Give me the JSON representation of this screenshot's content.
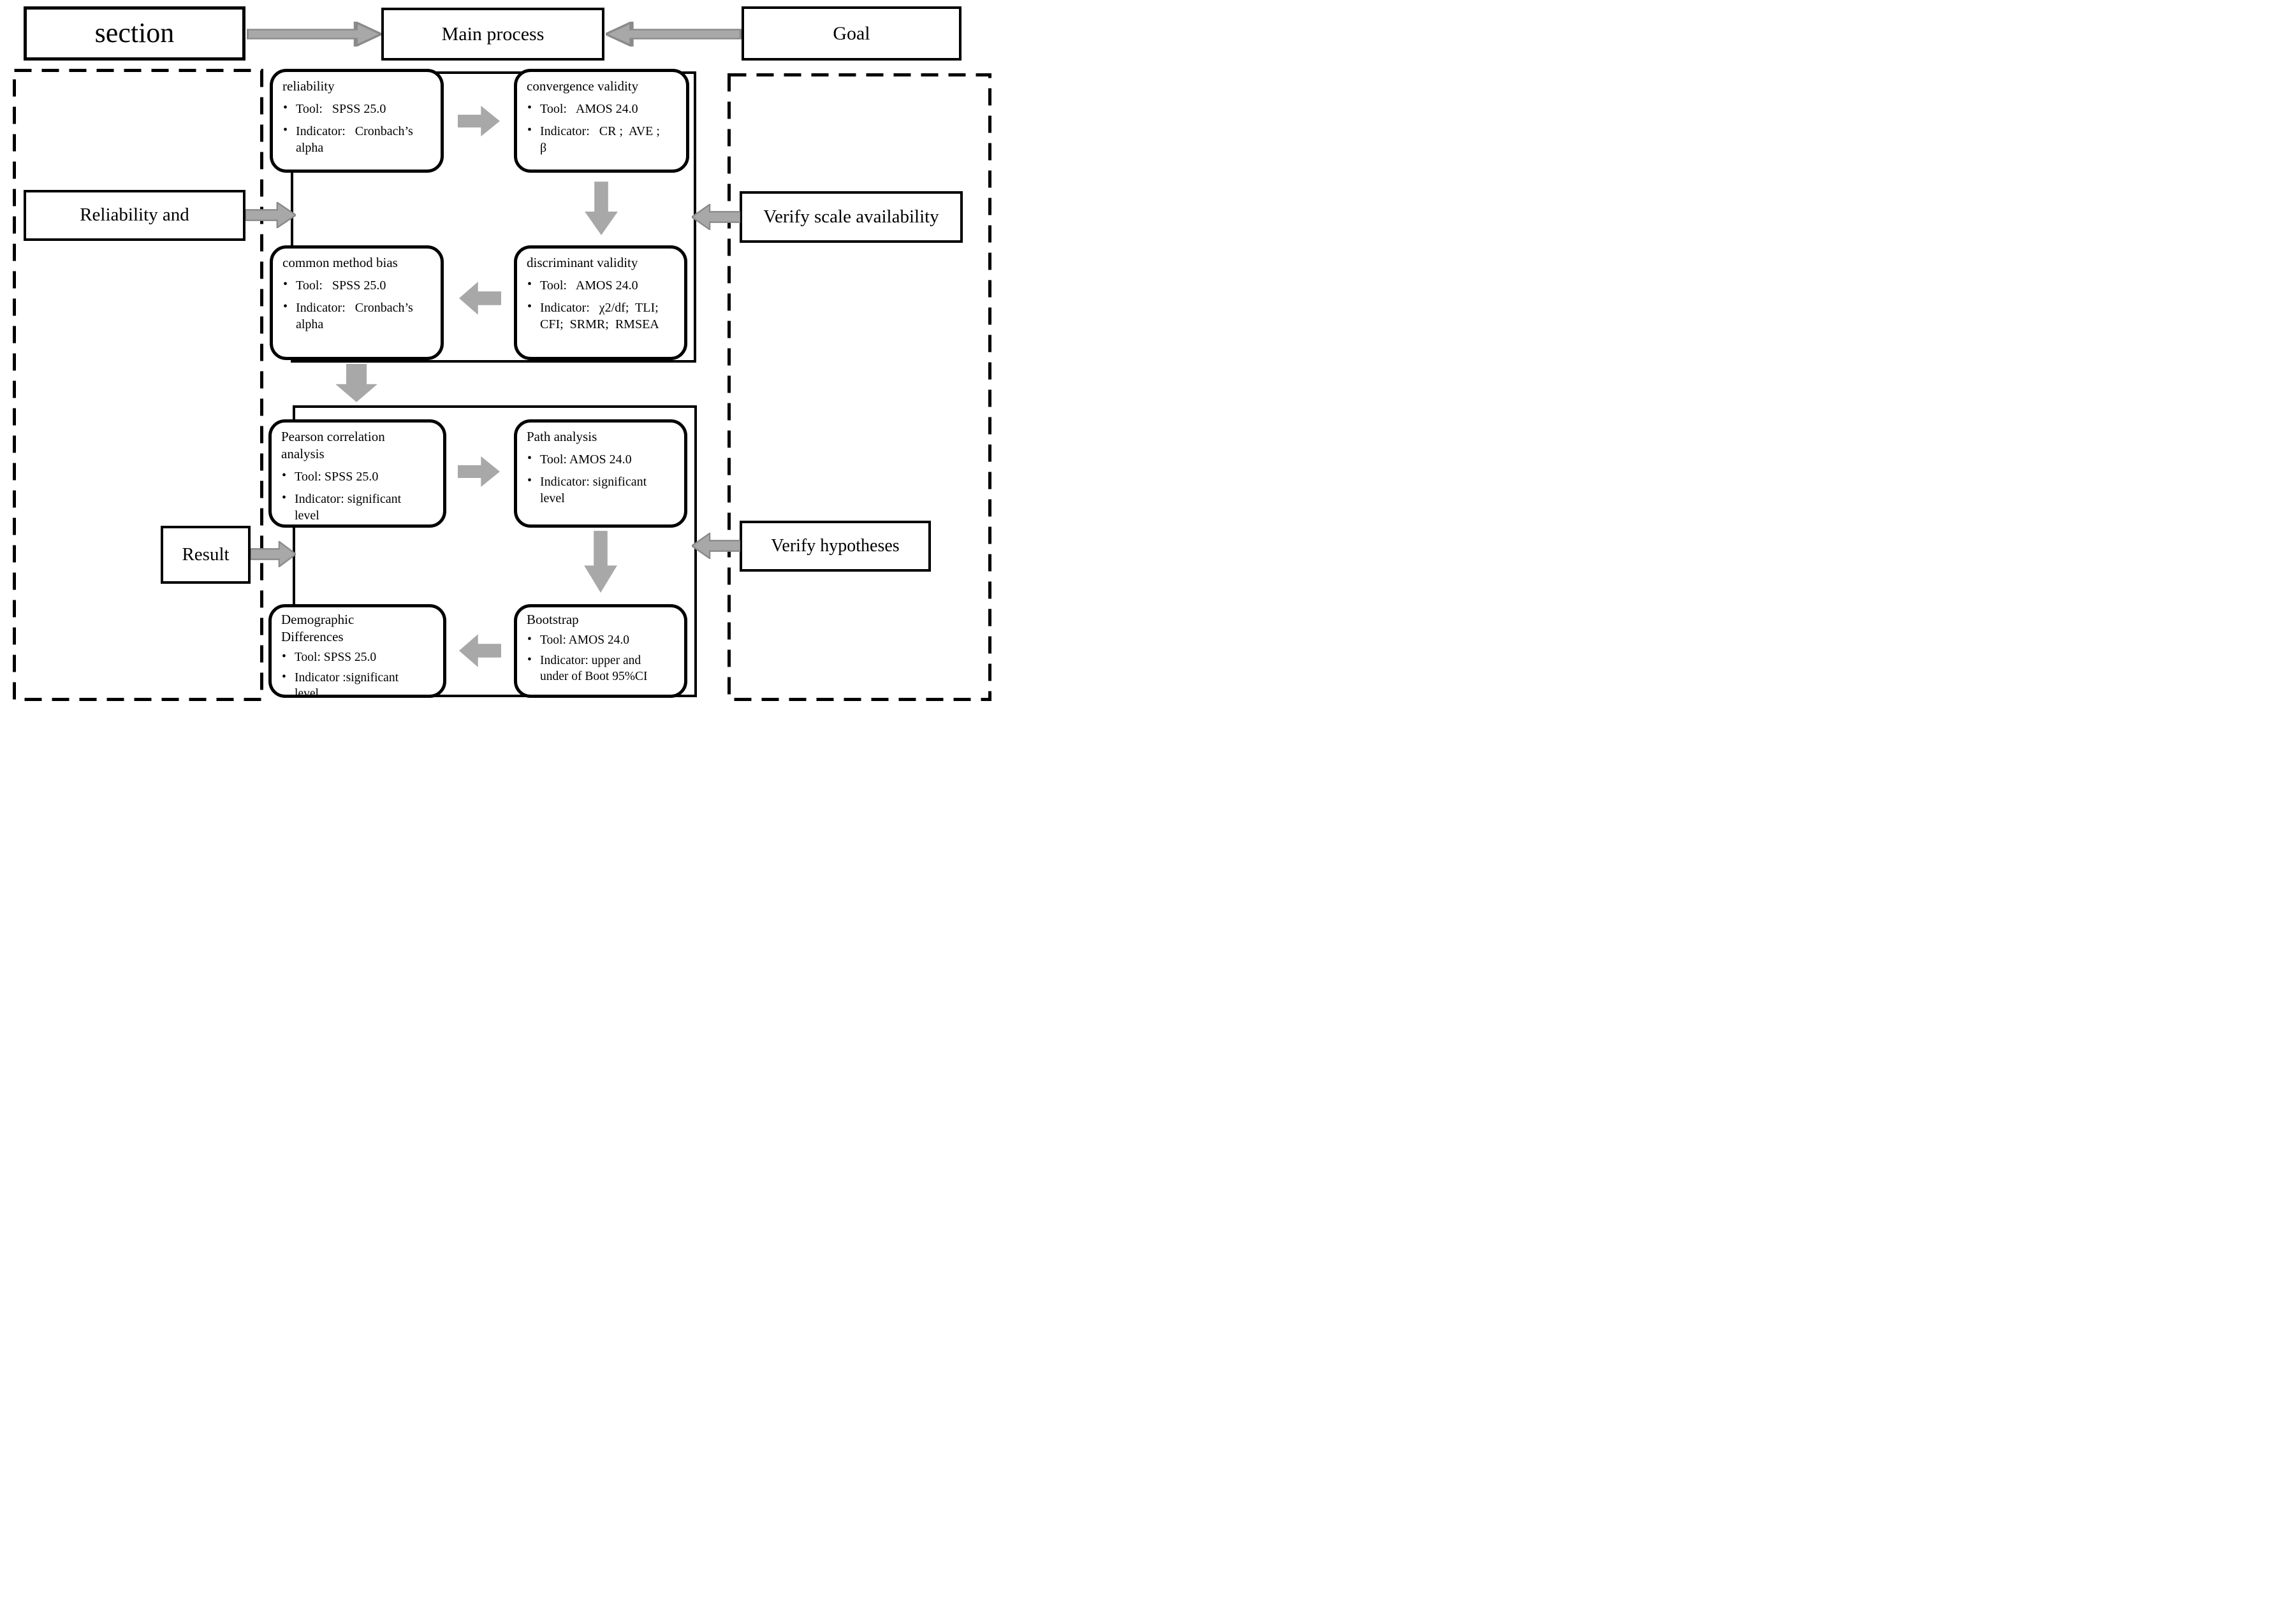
{
  "palette": {
    "arrow_fill": "#a8a8a8",
    "arrow_edge": "#8a8a8a",
    "line": "#000000",
    "bg": "#ffffff"
  },
  "top_row": {
    "section": "section",
    "main_process": "Main process",
    "goal": "Goal"
  },
  "labels": {
    "reliability_and": "Reliability and",
    "verify_scale": "Verify scale availability",
    "result": "Result",
    "verify_hypotheses": "Verify hypotheses"
  },
  "stage1": {
    "reliability": {
      "title": {
        "l1": "reliability",
        "l2": ""
      },
      "b1": {
        "l1": "Tool:   SPSS 25.0",
        "l2": ""
      },
      "b2": {
        "l1": "Indicator:   Cronbach’s",
        "l2": "alpha"
      }
    },
    "convergence": {
      "title": {
        "l1": "convergence validity",
        "l2": ""
      },
      "b1": {
        "l1": "Tool:   AMOS 24.0",
        "l2": ""
      },
      "b2": {
        "l1": "Indicator:   CR ;  AVE ;",
        "l2": "β"
      }
    },
    "discriminant": {
      "title": {
        "l1": "discriminant validity",
        "l2": ""
      },
      "b1": {
        "l1": "Tool:   AMOS 24.0",
        "l2": ""
      },
      "b2": {
        "l1": "Indicator:   χ2/df;  TLI;",
        "l2": "CFI;  SRMR;  RMSEA"
      }
    },
    "common_bias": {
      "title": {
        "l1": "common method bias",
        "l2": ""
      },
      "b1": {
        "l1": "Tool:   SPSS 25.0",
        "l2": ""
      },
      "b2": {
        "l1": "Indicator:   Cronbach’s",
        "l2": "alpha"
      }
    }
  },
  "stage2": {
    "pearson": {
      "title": {
        "l1": "Pearson correlation",
        "l2": "analysis"
      },
      "b1": {
        "l1": "Tool: SPSS 25.0",
        "l2": ""
      },
      "b2": {
        "l1": "Indicator: significant",
        "l2": "level"
      }
    },
    "path": {
      "title": {
        "l1": "Path analysis",
        "l2": ""
      },
      "b1": {
        "l1": "Tool: AMOS 24.0",
        "l2": ""
      },
      "b2": {
        "l1": "Indicator: significant",
        "l2": "level"
      }
    },
    "bootstrap": {
      "title": {
        "l1": "Bootstrap",
        "l2": ""
      },
      "b1": {
        "l1": "Tool: AMOS 24.0",
        "l2": ""
      },
      "b2": {
        "l1": "Indicator: upper and",
        "l2": "under of Boot 95%CI"
      }
    },
    "demographic": {
      "title": {
        "l1": "Demographic",
        "l2": "Differences"
      },
      "b1": {
        "l1": "Tool: SPSS 25.0",
        "l2": ""
      },
      "b2": {
        "l1": "Indicator :significant",
        "l2": "level"
      }
    }
  }
}
